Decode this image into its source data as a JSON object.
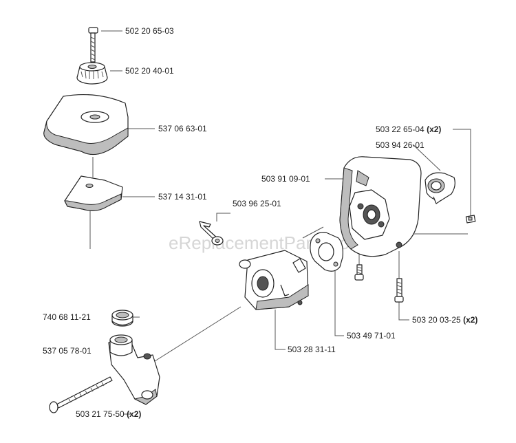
{
  "watermark": "eReplacementParts.com",
  "parts": [
    {
      "id": "screw",
      "number": "502 20 65-03",
      "qty": ""
    },
    {
      "id": "knob",
      "number": "502 20 40-01",
      "qty": ""
    },
    {
      "id": "air-filter-cover",
      "number": "537 06 63-01",
      "qty": ""
    },
    {
      "id": "filter-element",
      "number": "537 14 31-01",
      "qty": ""
    },
    {
      "id": "nut",
      "number": "503 22 65-04",
      "qty": "(x2)"
    },
    {
      "id": "bushing",
      "number": "503 94 26-01",
      "qty": ""
    },
    {
      "id": "air-filter-housing",
      "number": "503 91 09-01",
      "qty": ""
    },
    {
      "id": "choke-lever",
      "number": "503 96 25-01",
      "qty": ""
    },
    {
      "id": "sealing-ring",
      "number": "740 68 11-21",
      "qty": ""
    },
    {
      "id": "intake-manifold",
      "number": "537 05 78-01",
      "qty": ""
    },
    {
      "id": "long-screw",
      "number": "503 21 75-50",
      "qty": "(x2)"
    },
    {
      "id": "carburetor",
      "number": "503 28 31-11",
      "qty": ""
    },
    {
      "id": "gasket",
      "number": "503 49 71-01",
      "qty": ""
    },
    {
      "id": "housing-screw",
      "number": "503 20 03-25",
      "qty": "(x2)"
    }
  ]
}
